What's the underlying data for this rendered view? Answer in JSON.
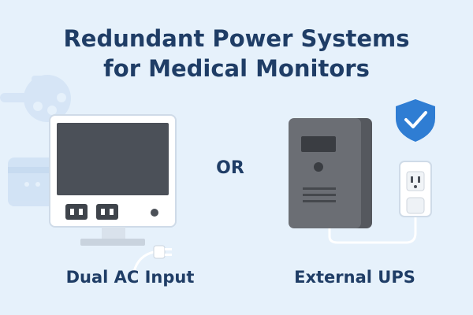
{
  "title": {
    "line1": "Redundant Power Systems",
    "line2": "for Medical Monitors"
  },
  "separator": "OR",
  "options": [
    {
      "label": "Dual AC Input",
      "icon": "monitor-icon"
    },
    {
      "label": "External UPS",
      "icon": "ups-icon"
    }
  ],
  "colors": {
    "background": "#e6f1fb",
    "title": "#1f3d66",
    "screen": "#4b5058",
    "ups_body": "#6b6e74",
    "shield": "#2f7dd3"
  }
}
